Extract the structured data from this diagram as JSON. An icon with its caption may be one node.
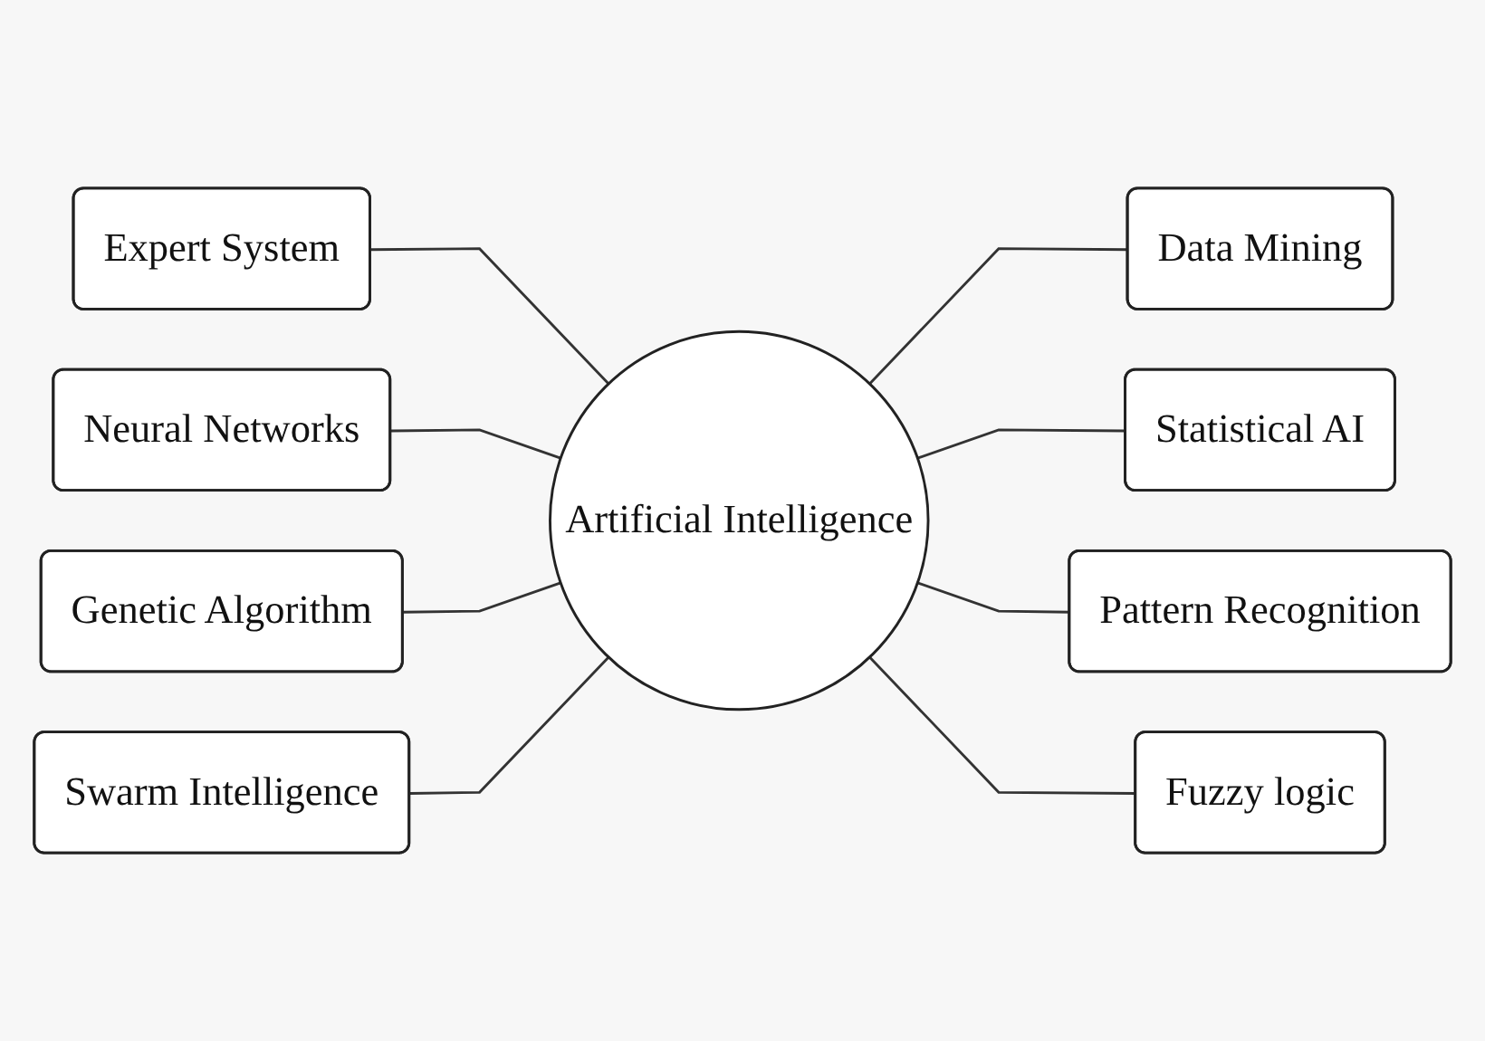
{
  "diagram": {
    "nodes": [
      {
        "text": [
          "Artificial Intelligence"
        ]
      },
      {
        "text": [
          "Expert System"
        ]
      },
      {
        "text": [
          "Neural Networks"
        ]
      },
      {
        "text": [
          "Genetic Algorithm"
        ]
      },
      {
        "text": [
          "Swarm Intelligence"
        ]
      },
      {
        "text": [
          "Data Mining"
        ]
      },
      {
        "text": [
          "Statistical AI"
        ]
      },
      {
        "text": [
          "Pattern Recognition"
        ]
      },
      {
        "text": [
          "Fuzzy logic"
        ]
      }
    ],
    "edges": [
      {
        "from": 1,
        "to": 0,
        "arrow": "none"
      },
      {
        "from": 2,
        "to": 0,
        "arrow": "none"
      },
      {
        "from": 3,
        "to": 0,
        "arrow": "none"
      },
      {
        "from": 4,
        "to": 0,
        "arrow": "none"
      },
      {
        "from": 0,
        "to": 5,
        "arrow": "none"
      },
      {
        "from": 0,
        "to": 6,
        "arrow": "none"
      },
      {
        "from": 0,
        "to": 7,
        "arrow": "none"
      },
      {
        "from": 0,
        "to": 8,
        "arrow": "none"
      }
    ]
  }
}
